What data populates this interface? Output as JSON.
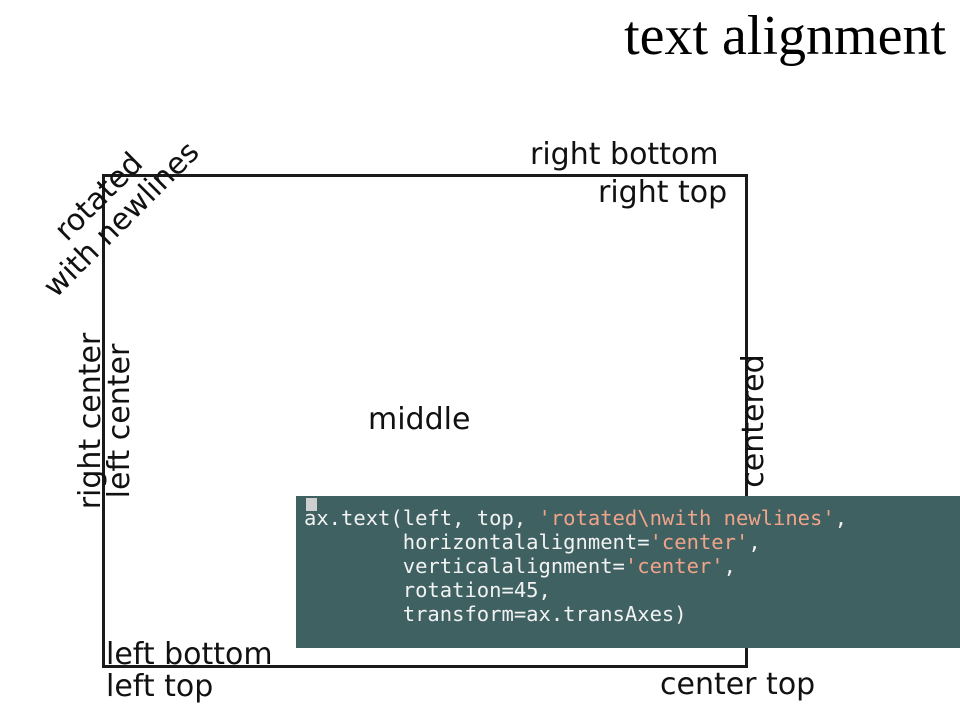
{
  "title": "text alignment",
  "labels": {
    "rotated": [
      "rotated",
      "with newlines"
    ],
    "right_bottom": "right bottom",
    "right_top": "right top",
    "right_center": "right center",
    "left_center": "left center",
    "centered": "centered",
    "middle": "middle",
    "left_bottom": "left bottom",
    "left_top": "left top",
    "center_top": "center top"
  },
  "code": {
    "line1_pre": "ax.text(left, top, ",
    "line1_str": "'rotated\\nwith newlines'",
    "line1_post": ",",
    "line2_pre": "        horizontalalignment=",
    "line2_str": "'center'",
    "line2_post": ",",
    "line3_pre": "        verticalalignment=",
    "line3_str": "'center'",
    "line3_post": ",",
    "line4": "        rotation=45,",
    "line5": "        transform=ax.transAxes)"
  },
  "colors": {
    "code_background": "#3f6162",
    "code_text": "#f2f2f2",
    "code_string": "#f0a48a"
  }
}
